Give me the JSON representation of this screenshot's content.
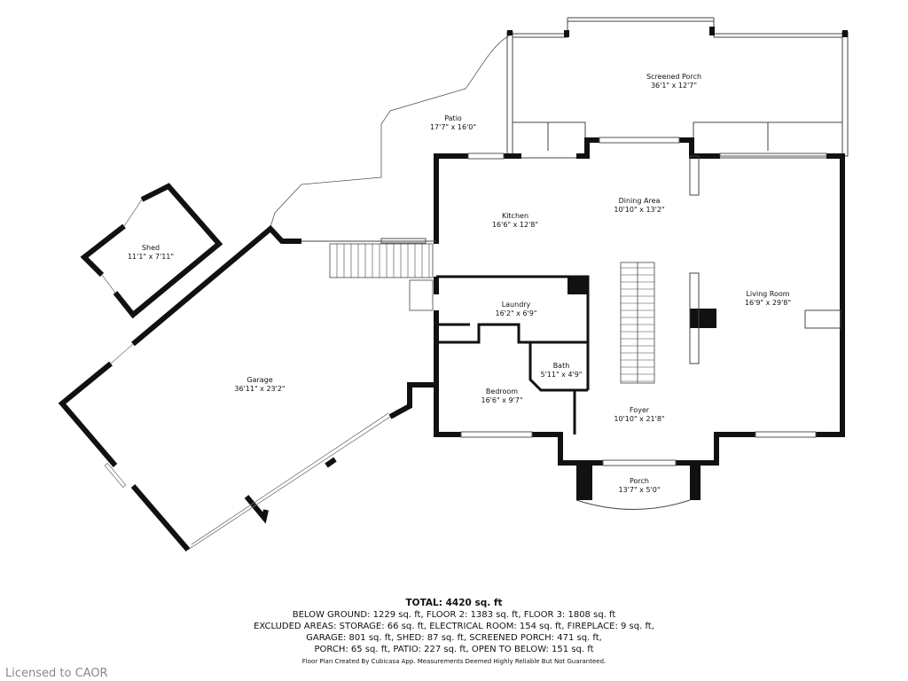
{
  "rooms": [
    {
      "name": "Screened Porch",
      "size": "36'1\" x 12'7\""
    },
    {
      "name": "Patio",
      "size": "17'7\" x 16'0\""
    },
    {
      "name": "Dining Area",
      "size": "10'10\" x 13'2\""
    },
    {
      "name": "Kitchen",
      "size": "16'6\" x 12'8\""
    },
    {
      "name": "Shed",
      "size": "11'1\" x 7'11\""
    },
    {
      "name": "Laundry",
      "size": "16'2\" x 6'9\""
    },
    {
      "name": "Living Room",
      "size": "16'9\" x 29'8\""
    },
    {
      "name": "Garage",
      "size": "36'11\" x 23'2\""
    },
    {
      "name": "Bath",
      "size": "5'11\" x 4'9\""
    },
    {
      "name": "Bedroom",
      "size": "16'6\" x 9'7\""
    },
    {
      "name": "Foyer",
      "size": "10'10\" x 21'8\""
    },
    {
      "name": "Porch",
      "size": "13'7\" x 5'0\""
    }
  ],
  "summary": {
    "total": "TOTAL: 4420 sq. ft",
    "lines": [
      "BELOW GROUND: 1229 sq. ft, FLOOR 2: 1383 sq. ft, FLOOR 3: 1808 sq. ft",
      "EXCLUDED AREAS: STORAGE: 66 sq. ft, ELECTRICAL ROOM: 154 sq. ft, FIREPLACE: 9 sq. ft,",
      "GARAGE: 801 sq. ft, SHED: 87 sq. ft, SCREENED PORCH: 471 sq. ft,",
      "PORCH: 65 sq. ft, PATIO: 227 sq. ft, OPEN TO BELOW: 151 sq. ft"
    ],
    "credit": "Floor Plan Created By Cubicasa App. Measurements Deemed Highly Reliable But Not Guaranteed."
  },
  "license": "Licensed to CAOR"
}
